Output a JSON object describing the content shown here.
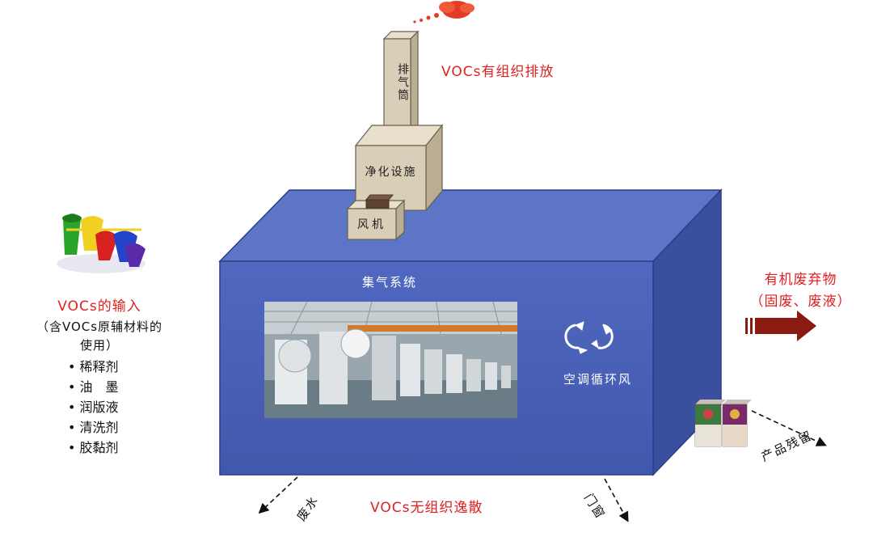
{
  "diagram": {
    "stack_label": "排气筒",
    "purifier_label": "净化设施",
    "fan_label": "风机",
    "organized_emission": "VOCs有组织排放",
    "collection_system": "集气系统",
    "ac_circulation": "空调循环风",
    "fugitive_emission": "VOCs无组织逸散",
    "input": {
      "title": "VOCs的输入",
      "subtitle_line1": "（含VOCs原辅材料的",
      "subtitle_line2": "使用）",
      "items": [
        "稀释剂",
        "油　墨",
        "润版液",
        "清洗剂",
        "胶黏剂"
      ]
    },
    "organic_waste": {
      "line1": "有机废弃物",
      "line2": "（固废、废液）"
    },
    "product_residue": "产品残留",
    "waste_water": "废水",
    "door_window": "门窗",
    "colors": {
      "box_front": "#4a63b8",
      "box_top": "#5b75c8",
      "box_side": "#3a51a0",
      "tower": "#d9cfb8",
      "emphasis": "#e02020",
      "arrow": "#8b1a10"
    }
  }
}
